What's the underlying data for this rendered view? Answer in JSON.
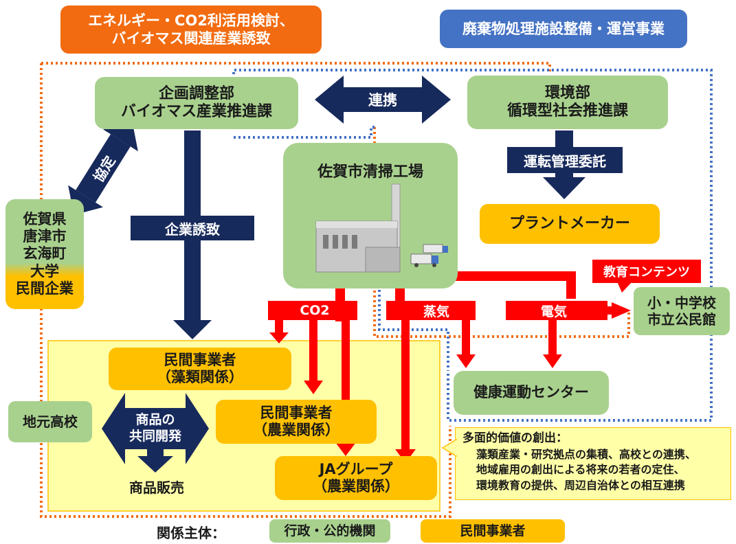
{
  "callouts": {
    "orange_line1": "エネルギー・CO2利活用検討、",
    "orange_line2": "バイオマス関連産業誘致",
    "blue": "廃棄物処理施設整備・運営事業"
  },
  "boxes": {
    "planning_line1": "企画調整部",
    "planning_line2": "バイオマス産業推進課",
    "environment_line1": "環境部",
    "environment_line2": "循環型社会推進課",
    "plant": "佐賀市清掃工場",
    "plant_maker": "プラントメーカー",
    "partners": [
      "佐賀県",
      "唐津市",
      "玄海町",
      "大学",
      "民間企業"
    ],
    "school_line1": "小・中学校",
    "school_line2": "市立公民館",
    "health_center": "健康運動センター",
    "algae_line1": "民間事業者",
    "algae_line2": "（藻類関係）",
    "agri_line1": "民間事業者",
    "agri_line2": "（農業関係）",
    "ja_line1": "JAグループ",
    "ja_line2": "（農業関係）",
    "high_school": "地元高校"
  },
  "arrows": {
    "renkei": "連携",
    "kyotei": "協定",
    "kigyo_yuchi": "企業誘致",
    "unten_kanri": "運転管理委託",
    "co2": "CO2",
    "steam": "蒸気",
    "electricity": "電気",
    "education": "教育コンテンツ",
    "joint_dev_line1": "商品の",
    "joint_dev_line2": "共同開発",
    "sales": "商品販売"
  },
  "value_box": {
    "title": "多面的価値の創出：",
    "line1": "藻類産業・研究拠点の集積、高校との連携、",
    "line2": "地域雇用の創出による将来の若者の定住、",
    "line3": "環境教育の提供、周辺自治体との相互連携"
  },
  "legend": {
    "label": "関係主体：",
    "public": "行政・公的機関",
    "private": "民間事業者"
  },
  "colors": {
    "green": "#a9d18e",
    "amber": "#ffc000",
    "navy": "#172a5c",
    "red": "#ff0000",
    "orange": "#f26b10",
    "blue": "#4472c4",
    "light_yellow": "#ffffa8"
  }
}
